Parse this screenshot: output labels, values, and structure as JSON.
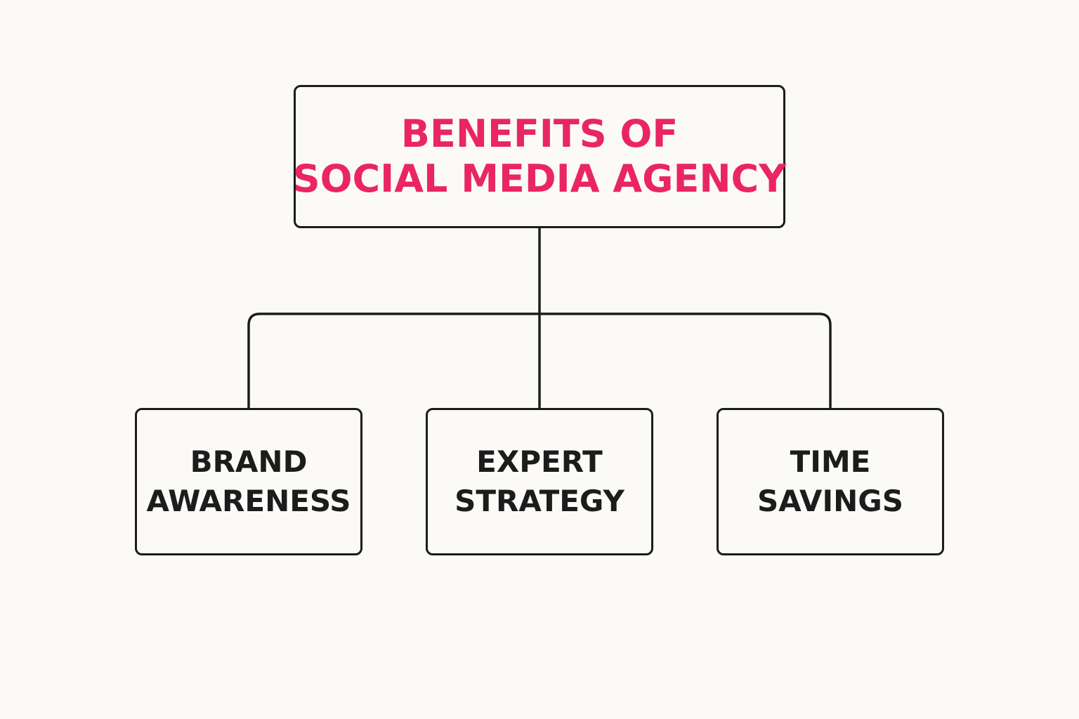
{
  "diagram": {
    "root": {
      "lines": [
        "BENEFITS OF",
        "SOCIAL MEDIA AGENCY"
      ]
    },
    "children": [
      {
        "lines": [
          "BRAND",
          "AWARENESS"
        ]
      },
      {
        "lines": [
          "EXPERT",
          "STRATEGY"
        ]
      },
      {
        "lines": [
          "TIME",
          "SAVINGS"
        ]
      }
    ]
  },
  "colors": {
    "title": "#ea2564",
    "text": "#1c1c1c",
    "stroke": "#1c1c1c",
    "background": "#fbfaf7"
  }
}
